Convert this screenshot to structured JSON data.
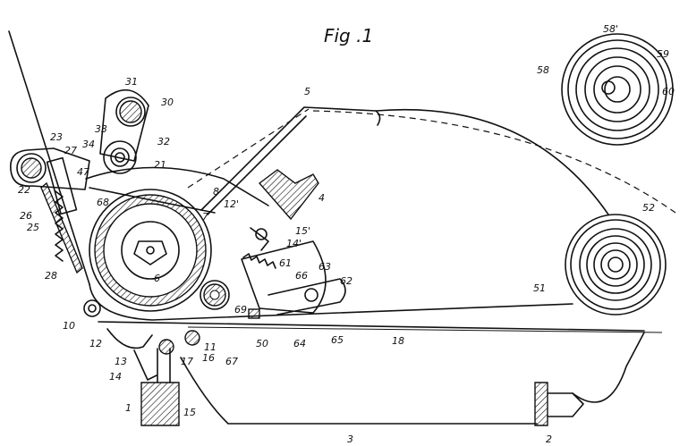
{
  "figure": {
    "title": "Fig .1",
    "labels": [
      "1",
      "2",
      "3",
      "4",
      "5",
      "6",
      "7",
      "8",
      "10",
      "11",
      "12",
      "12'",
      "13",
      "14",
      "14'",
      "15",
      "15'",
      "16",
      "17",
      "18",
      "21",
      "22",
      "23",
      "25",
      "26",
      "27",
      "28",
      "30",
      "31",
      "32",
      "33",
      "34",
      "47",
      "50",
      "51",
      "52",
      "58",
      "58'",
      "59",
      "60",
      "61",
      "62",
      "63",
      "64",
      "65",
      "66",
      "67",
      "68",
      "69"
    ]
  }
}
